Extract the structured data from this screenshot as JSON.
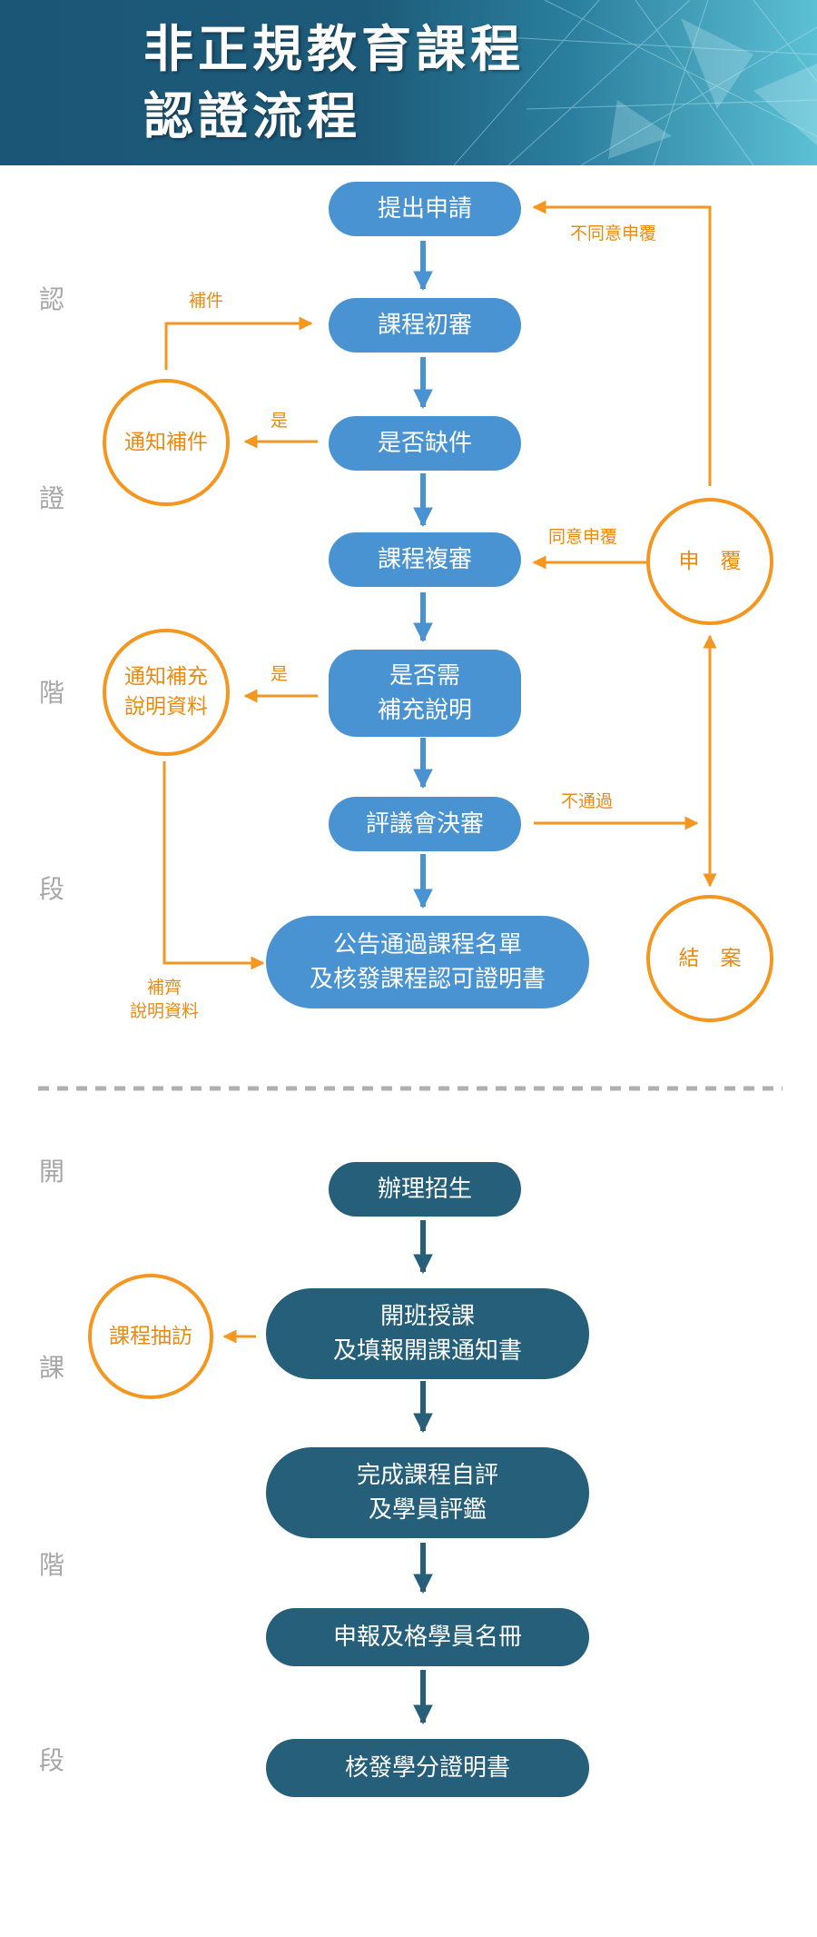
{
  "header": {
    "title_line1": "非正規教育課程",
    "title_line2": "認證流程"
  },
  "colors": {
    "header_bg": "#1d5a79",
    "stage1_box": "#4a93d3",
    "stage2_box": "#255f7a",
    "accent_orange": "#f49720",
    "stage_label_gray": "#a6a6a6"
  },
  "stage1": {
    "label_chars": [
      "認",
      "證",
      "階",
      "段"
    ],
    "steps": {
      "submit": "提出申請",
      "first_review": "課程初審",
      "missing_check": "是否缺件",
      "second_review": "課程複審",
      "need_explain_1": "是否需",
      "need_explain_2": "補充說明",
      "committee": "評議會決審",
      "announce_1": "公告通過課程名單",
      "announce_2": "及核發課程認可證明書"
    },
    "side": {
      "notify_supplement": "通知補件",
      "notify_explain_1": "通知補充",
      "notify_explain_2": "說明資料",
      "appeal": "申　覆",
      "close_case": "結　案"
    },
    "labels": {
      "supplement": "補件",
      "yes_1": "是",
      "yes_2": "是",
      "disagree_appeal": "不同意申覆",
      "agree_appeal": "同意申覆",
      "not_passed": "不通過",
      "complete_1": "補齊",
      "complete_2": "說明資料"
    }
  },
  "stage2": {
    "label_chars": [
      "開",
      "課",
      "階",
      "段"
    ],
    "steps": {
      "recruit": "辦理招生",
      "open_class_1": "開班授課",
      "open_class_2": "及填報開課通知書",
      "self_eval_1": "完成課程自評",
      "self_eval_2": "及學員評鑑",
      "report_roster": "申報及格學員名冊",
      "issue_cert": "核發學分證明書"
    },
    "side": {
      "course_visit": "課程抽訪"
    }
  }
}
